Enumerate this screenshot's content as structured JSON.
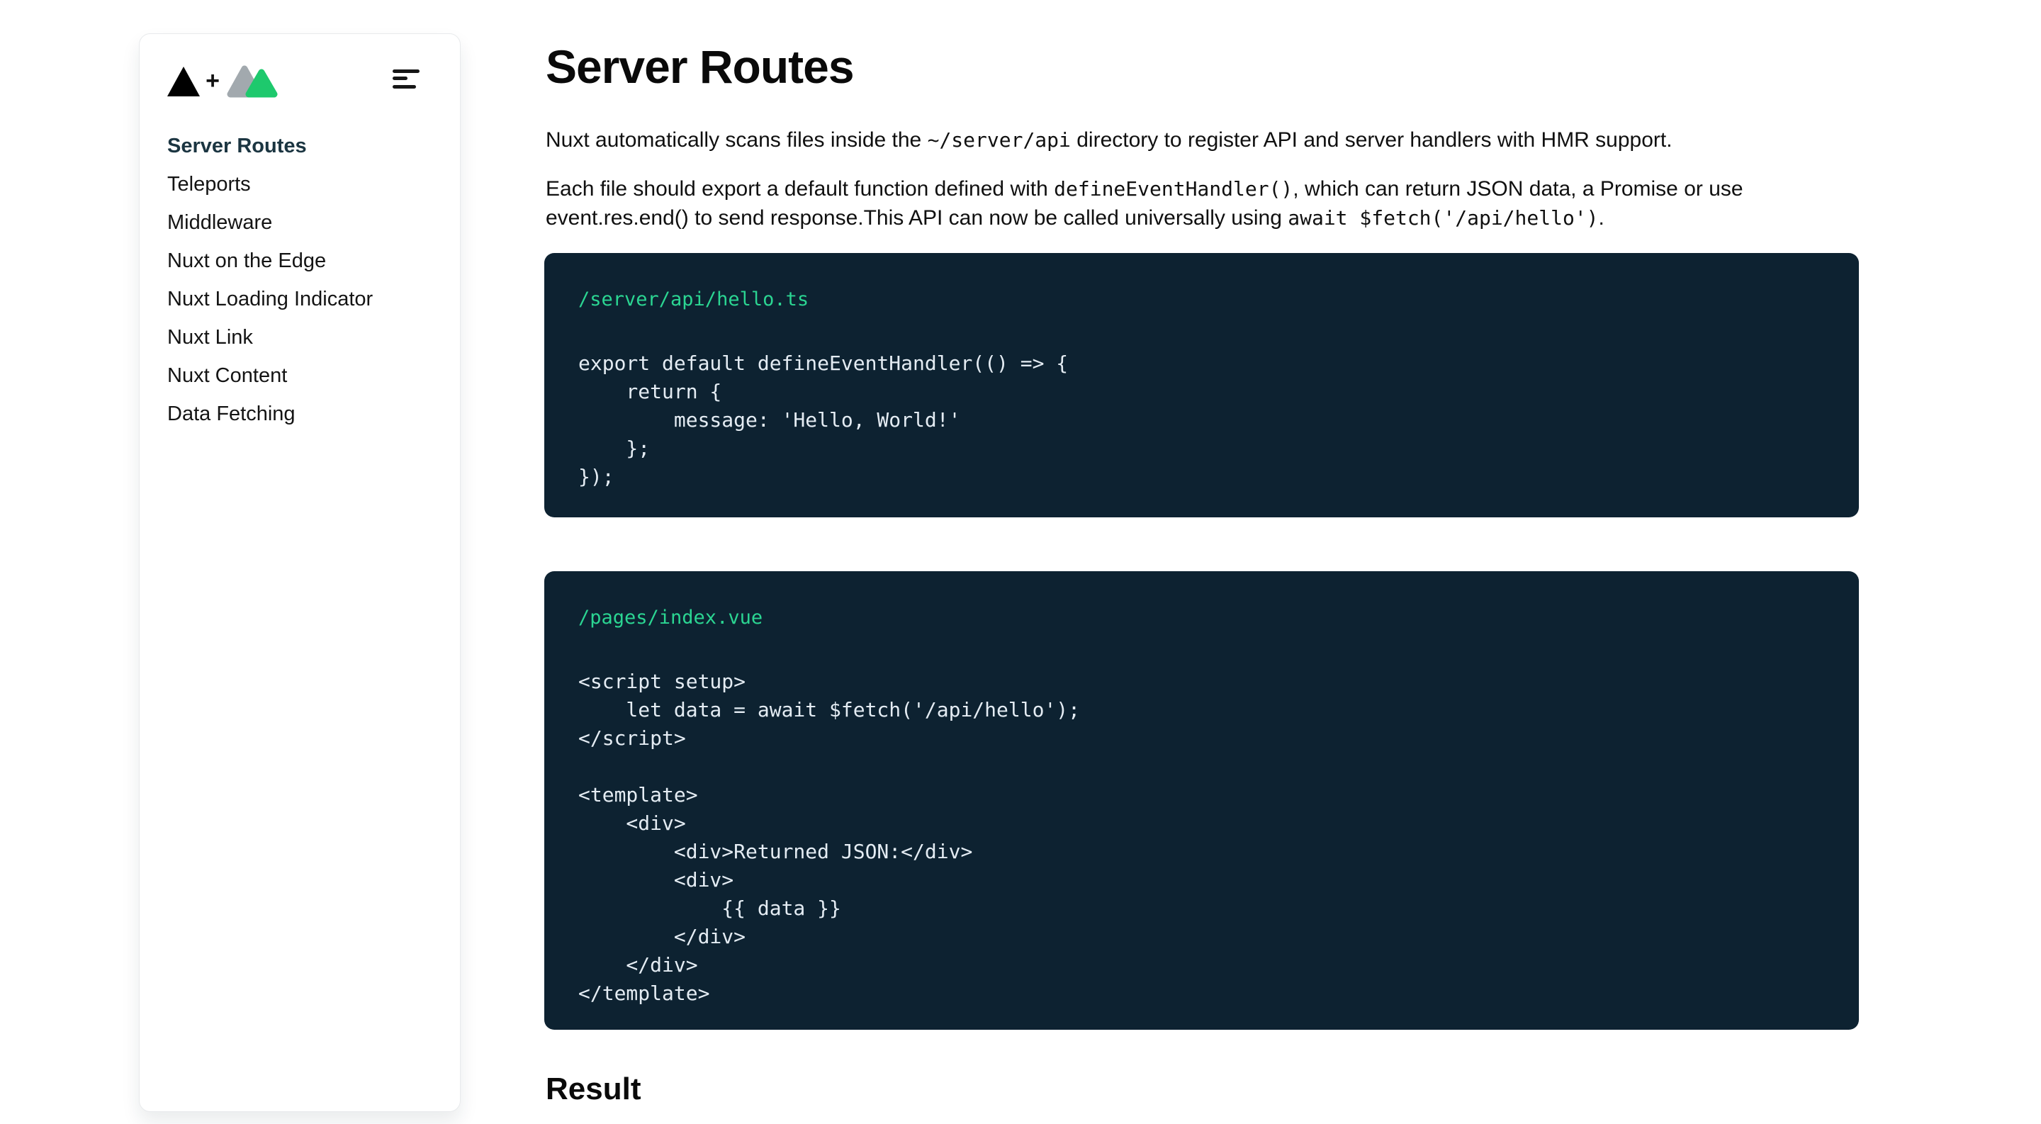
{
  "page": {
    "background": "#ffffff"
  },
  "sidebar": {
    "logo": {
      "plus": "+",
      "vercel_color": "#000000",
      "nuxt_gray": "#a2a9ae",
      "nuxt_green": "#1ec96d"
    },
    "items": [
      {
        "label": "Server Routes",
        "active": true
      },
      {
        "label": "Teleports",
        "active": false
      },
      {
        "label": "Middleware",
        "active": false
      },
      {
        "label": "Nuxt on the Edge",
        "active": false
      },
      {
        "label": "Nuxt Loading Indicator",
        "active": false
      },
      {
        "label": "Nuxt Link",
        "active": false
      },
      {
        "label": "Nuxt Content",
        "active": false
      },
      {
        "label": "Data Fetching",
        "active": false
      }
    ],
    "active_color": "#1b3541",
    "item_color": "#141414"
  },
  "main": {
    "title": "Server Routes",
    "paragraphs": [
      {
        "segments": [
          {
            "t": "text",
            "v": "Nuxt automatically scans files inside the "
          },
          {
            "t": "code",
            "v": "~/server/api"
          },
          {
            "t": "text",
            "v": " directory to register API and server handlers with HMR support."
          }
        ]
      },
      {
        "segments": [
          {
            "t": "text",
            "v": "Each file should export a default function defined with "
          },
          {
            "t": "code",
            "v": "defineEventHandler()"
          },
          {
            "t": "text",
            "v": ", which can return JSON data, a Promise or use"
          },
          {
            "t": "br"
          },
          {
            "t": "text",
            "v": "event.res.end() to send response.This API can now be called universally using "
          },
          {
            "t": "code",
            "v": "await $fetch('/api/hello')"
          },
          {
            "t": "text",
            "v": "."
          }
        ]
      }
    ],
    "code_blocks": [
      {
        "filename": "/server/api/hello.ts",
        "lines": [
          "export default defineEventHandler(() => {",
          "    return {",
          "        message: 'Hello, World!'",
          "    };",
          "});"
        ]
      },
      {
        "filename": "/pages/index.vue",
        "lines": [
          "<script setup>",
          "    let data = await $fetch('/api/hello');",
          "</script>",
          "",
          "<template>",
          "    <div>",
          "        <div>Returned JSON:</div>",
          "        <div>",
          "            {{ data }}",
          "        </div>",
          "    </div>",
          "</template>"
        ]
      }
    ],
    "result_heading": "Result",
    "colors": {
      "code_bg": "#0d2231",
      "code_text": "#e4ecf3",
      "filename_green": "#2bd592"
    }
  }
}
